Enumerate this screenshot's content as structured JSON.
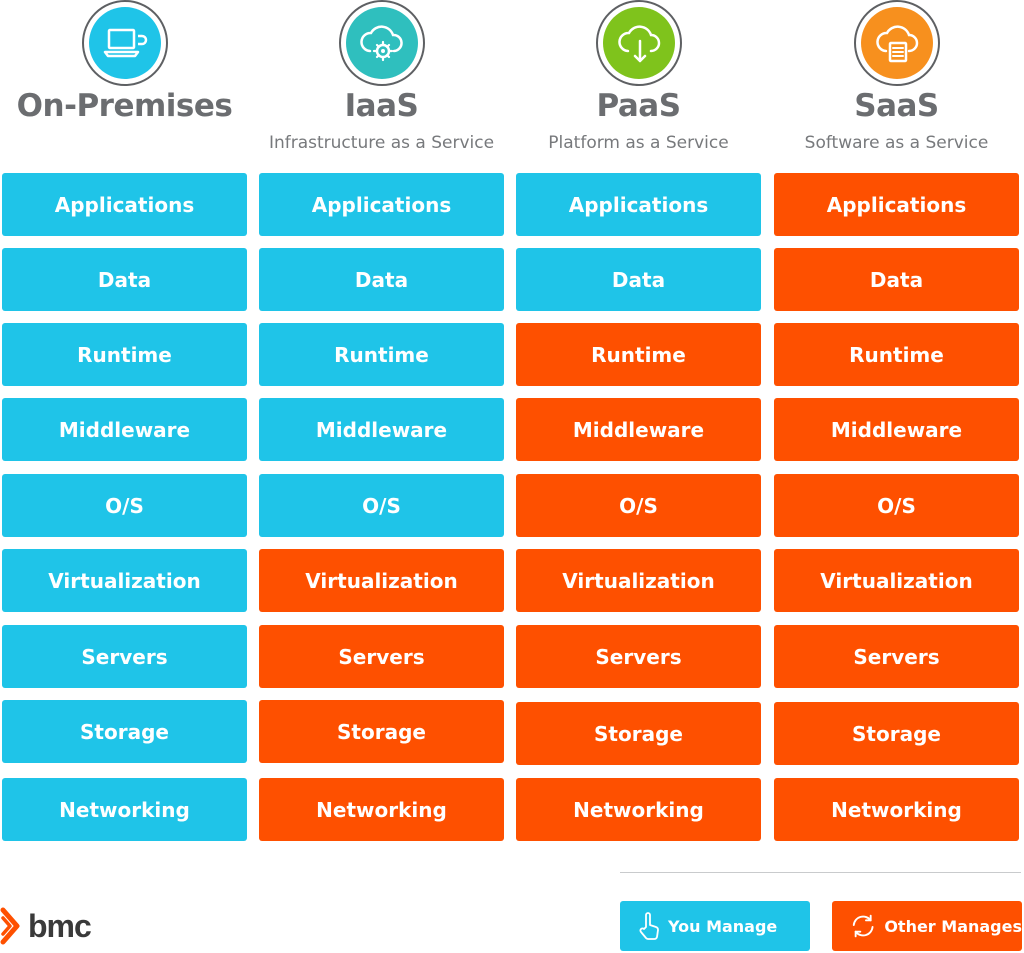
{
  "colors": {
    "you_manage": "#1fc4e8",
    "other_manages": "#fe5000",
    "title_gray": "#6b6d70"
  },
  "columns": [
    {
      "key": "on-premises",
      "title": "On-Premises",
      "subtitle": "",
      "icon": "laptop-icon",
      "icon_color": "#1fc4e8",
      "layers": [
        {
          "label": "Applications",
          "manager": "you"
        },
        {
          "label": "Data",
          "manager": "you"
        },
        {
          "label": "Runtime",
          "manager": "you"
        },
        {
          "label": "Middleware",
          "manager": "you"
        },
        {
          "label": "O/S",
          "manager": "you"
        },
        {
          "label": "Virtualization",
          "manager": "you"
        },
        {
          "label": "Servers",
          "manager": "you"
        },
        {
          "label": "Storage",
          "manager": "you"
        },
        {
          "label": "Networking",
          "manager": "you"
        }
      ]
    },
    {
      "key": "iaas",
      "title": "IaaS",
      "subtitle": "Infrastructure as a Service",
      "icon": "cloud-gear-icon",
      "icon_color": "#2fbfbe",
      "layers": [
        {
          "label": "Applications",
          "manager": "you"
        },
        {
          "label": "Data",
          "manager": "you"
        },
        {
          "label": "Runtime",
          "manager": "you"
        },
        {
          "label": "Middleware",
          "manager": "you"
        },
        {
          "label": "O/S",
          "manager": "you"
        },
        {
          "label": "Virtualization",
          "manager": "other"
        },
        {
          "label": "Servers",
          "manager": "other"
        },
        {
          "label": "Storage",
          "manager": "other"
        },
        {
          "label": "Networking",
          "manager": "other"
        }
      ]
    },
    {
      "key": "paas",
      "title": "PaaS",
      "subtitle": "Platform as a Service",
      "icon": "cloud-download-icon",
      "icon_color": "#7fc31c",
      "layers": [
        {
          "label": "Applications",
          "manager": "you"
        },
        {
          "label": "Data",
          "manager": "you"
        },
        {
          "label": "Runtime",
          "manager": "other"
        },
        {
          "label": "Middleware",
          "manager": "other"
        },
        {
          "label": "O/S",
          "manager": "other"
        },
        {
          "label": "Virtualization",
          "manager": "other"
        },
        {
          "label": "Servers",
          "manager": "other"
        },
        {
          "label": "Storage",
          "manager": "other"
        },
        {
          "label": "Networking",
          "manager": "other"
        }
      ]
    },
    {
      "key": "saas",
      "title": "SaaS",
      "subtitle": "Software as a Service",
      "icon": "cloud-document-icon",
      "icon_color": "#f7901e",
      "layers": [
        {
          "label": "Applications",
          "manager": "other"
        },
        {
          "label": "Data",
          "manager": "other"
        },
        {
          "label": "Runtime",
          "manager": "other"
        },
        {
          "label": "Middleware",
          "manager": "other"
        },
        {
          "label": "O/S",
          "manager": "other"
        },
        {
          "label": "Virtualization",
          "manager": "other"
        },
        {
          "label": "Servers",
          "manager": "other"
        },
        {
          "label": "Storage",
          "manager": "other"
        },
        {
          "label": "Networking",
          "manager": "other"
        }
      ]
    }
  ],
  "legend": {
    "you_manage": {
      "label": "You Manage",
      "icon": "hand-pointer-icon"
    },
    "other_manages": {
      "label": "Other Manages",
      "icon": "refresh-arrows-icon"
    }
  },
  "logo": {
    "text": "bmc",
    "icon": "bmc-chevron-icon"
  }
}
